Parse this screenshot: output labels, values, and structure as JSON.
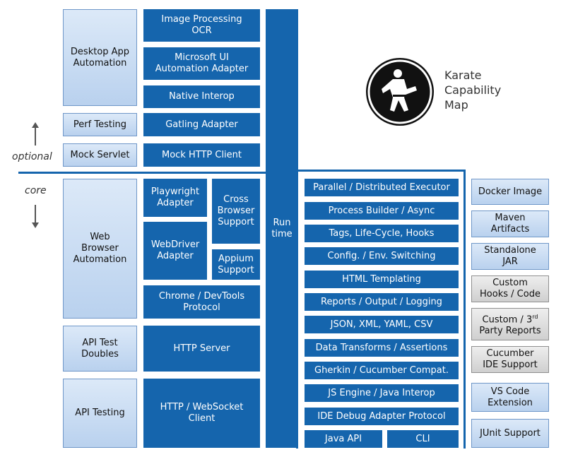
{
  "title": "Karate\nCapability\nMap",
  "labels": {
    "optional": "optional",
    "core": "core"
  },
  "left_col": {
    "desktop": "Desktop App\nAutomation",
    "perf": "Perf Testing",
    "mock": "Mock Servlet",
    "web": "Web\nBrowser\nAutomation",
    "doubles": "API Test\nDoubles",
    "api": "API Testing"
  },
  "mid_col": {
    "image": "Image Processing\nOCR",
    "msui": "Microsoft UI\nAutomation Adapter",
    "native": "Native Interop",
    "gatling": "Gatling Adapter",
    "mockhttp": "Mock HTTP Client",
    "playwright": "Playwright\nAdapter",
    "cross": "Cross\nBrowser\nSupport",
    "webdriver": "WebDriver\nAdapter",
    "appium": "Appium\nSupport",
    "chrome": "Chrome / DevTools\nProtocol",
    "httpserver": "HTTP Server",
    "httpclient": "HTTP / WebSocket\nClient"
  },
  "runtime": "Run\ntime",
  "core_items": [
    "Parallel / Distributed Executor",
    "Process Builder / Async",
    "Tags, Life-Cycle, Hooks",
    "Config. / Env. Switching",
    "HTML Templating",
    "Reports / Output / Logging",
    "JSON, XML, YAML, CSV",
    "Data Transforms / Assertions",
    "Gherkin / Cucumber Compat.",
    "JS Engine / Java Interop",
    "IDE Debug Adapter Protocol"
  ],
  "bottom": {
    "java": "Java API",
    "cli": "CLI"
  },
  "right_col": {
    "docker": "Docker Image",
    "maven": "Maven\nArtifacts",
    "jar": "Standalone\nJAR",
    "hooks": "Custom\nHooks / Code",
    "reports_a": "Custom / 3",
    "reports_sup": "rd",
    "reports_b": "Party Reports",
    "cucumber": "Cucumber\nIDE Support",
    "vscode": "VS Code\nExtension",
    "junit": "JUnit Support"
  },
  "colors": {
    "dark": "#1565ad",
    "light": "#c9dcf3",
    "grey": "#dcdcdc"
  },
  "logo": "karate-fighter-icon"
}
